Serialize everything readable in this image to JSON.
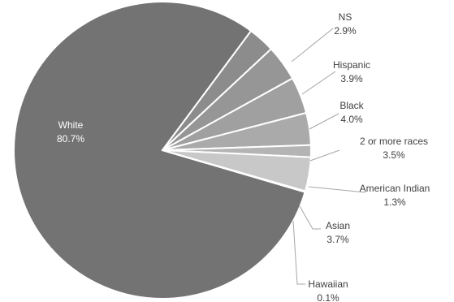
{
  "chart_data": {
    "type": "pie",
    "title": "",
    "slices": [
      {
        "label": "White",
        "value": 80.7,
        "text": "80.7%",
        "color": "#737373"
      },
      {
        "label": "NS",
        "value": 2.9,
        "text": "2.9%",
        "color": "#8c8c8c"
      },
      {
        "label": "Hispanic",
        "value": 3.9,
        "text": "3.9%",
        "color": "#969696"
      },
      {
        "label": "Black",
        "value": 4.0,
        "text": "4.0%",
        "color": "#a0a0a0"
      },
      {
        "label": "2 or more races",
        "value": 3.5,
        "text": "3.5%",
        "color": "#aaaaaa"
      },
      {
        "label": "American Indian",
        "value": 1.3,
        "text": "1.3%",
        "color": "#b4b4b4"
      },
      {
        "label": "Asian",
        "value": 3.7,
        "text": "3.7%",
        "color": "#c8c8c8"
      },
      {
        "label": "Hawaiian",
        "value": 0.1,
        "text": "0.1%",
        "color": "#d2d2d2"
      }
    ],
    "legend": "none",
    "labels": "outside with leader lines"
  }
}
